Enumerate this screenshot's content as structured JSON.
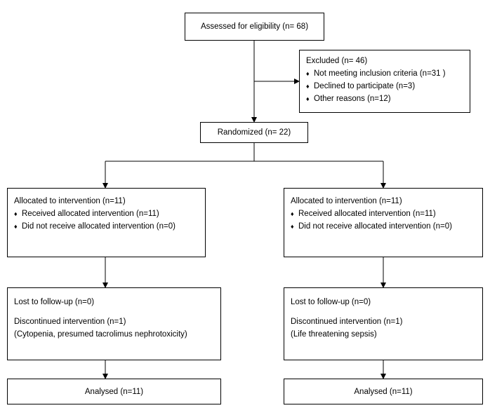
{
  "eligibility": {
    "text": "Assessed for eligibility (n= 68)"
  },
  "excluded": {
    "title": "Excluded (n= 46)",
    "bullet": "♦",
    "items": [
      "Not meeting inclusion  criteria (n=31 )",
      "Declined to participate (n=3)",
      "Other reasons  (n=12)"
    ]
  },
  "randomized": {
    "text": "Randomized (n= 22)"
  },
  "allocation_left": {
    "title": "Allocated to intervention (n=11)",
    "items": [
      "Received allocated intervention (n=11)",
      "Did not receive allocated intervention (n=0)"
    ]
  },
  "allocation_right": {
    "title": "Allocated to intervention (n=11)",
    "items": [
      "Received allocated intervention (n=11)",
      "Did not receive allocated intervention (n=0)"
    ]
  },
  "followup_left": {
    "lost": "Lost to follow-up (n=0)",
    "discontinued": "Discontinued intervention (n=1)",
    "reason": "(Cytopenia, presumed tacrolimus nephrotoxicity)"
  },
  "followup_right": {
    "lost": "Lost to follow-up (n=0)",
    "discontinued": "Discontinued intervention (n=1)",
    "reason": "(Life threatening sepsis)"
  },
  "analysed_left": {
    "text": "Analysed (n=11)"
  },
  "analysed_right": {
    "text": "Analysed (n=11)"
  },
  "colors": {
    "line": "#000000",
    "box_border": "#000000",
    "background": "#ffffff"
  }
}
